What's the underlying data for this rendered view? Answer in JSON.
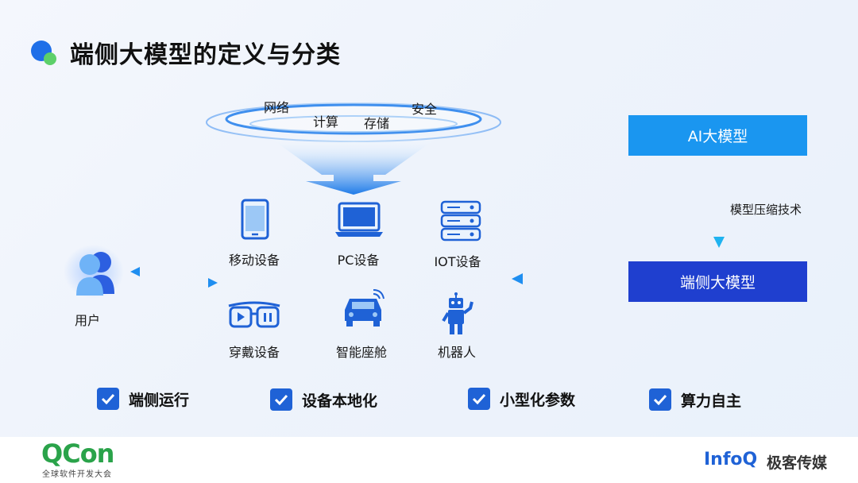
{
  "title": "端侧大模型的定义与分类",
  "funnel": {
    "network": "网络",
    "compute": "计算",
    "storage": "存储",
    "security": "安全"
  },
  "devices": {
    "mobile": "移动设备",
    "pc": "PC设备",
    "iot": "IOT设备",
    "wearable": "穿戴设备",
    "cockpit": "智能座舱",
    "robot": "机器人"
  },
  "user": "用户",
  "right": {
    "ai_model": "AI大模型",
    "compress": "模型压缩技术",
    "edge_model": "端侧大模型"
  },
  "features": [
    "端侧运行",
    "设备本地化",
    "小型化参数",
    "算力自主"
  ],
  "footer": {
    "qcon": "QCon",
    "qcon_sub": "全球软件开发大会",
    "infoq": "InfoQ",
    "geek": "极客传媒"
  },
  "colors": {
    "primary_blue": "#1f62d6",
    "light_blue": "#1a96f0",
    "deep_blue": "#1f3fcf",
    "green": "#2aa34a"
  }
}
